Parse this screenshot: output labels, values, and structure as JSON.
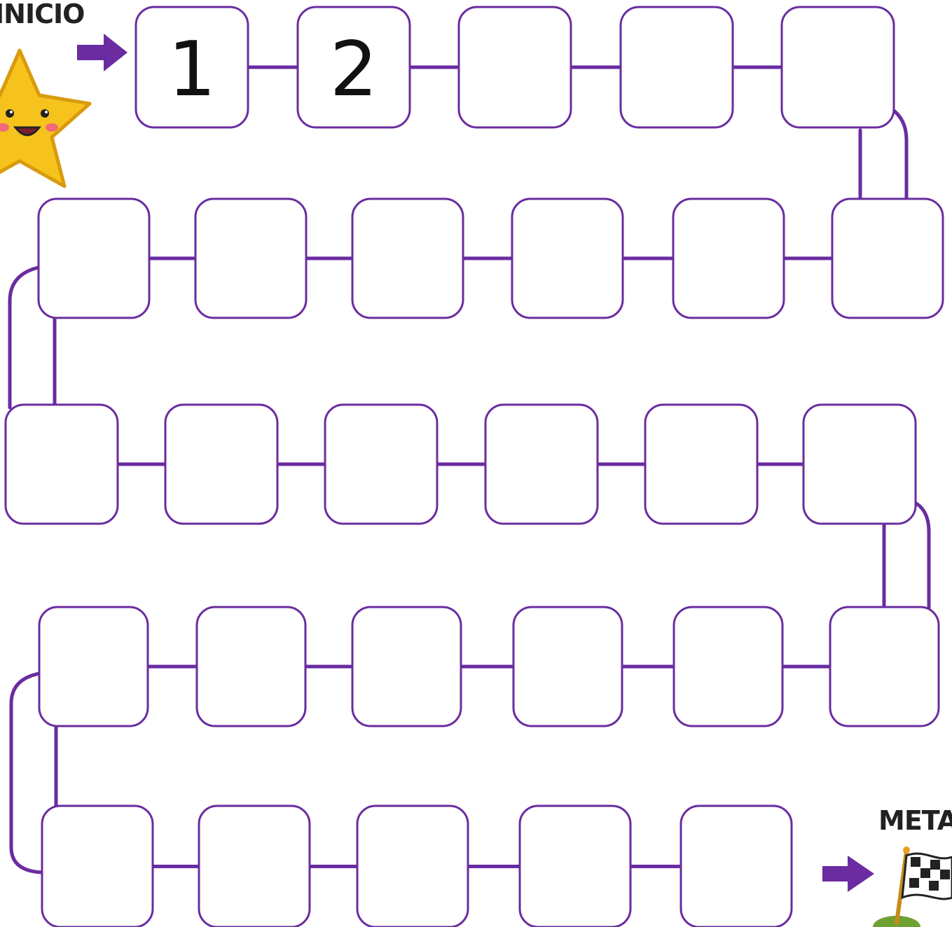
{
  "board": {
    "start_label": "INICIO",
    "goal_label": "META",
    "accent_color": "#6a2ca0",
    "square_count": 28,
    "squares": [
      "1",
      "2",
      "",
      "",
      "",
      "",
      "",
      "",
      "",
      "",
      "",
      "",
      "",
      "",
      "",
      "",
      "",
      "",
      "",
      "",
      "",
      "",
      "",
      "",
      "",
      "",
      "",
      ""
    ]
  },
  "decorations": {
    "start_icon": "smiling-star-icon",
    "goal_icon": "checkered-flag-icon",
    "arrow_icon": "right-arrow-icon"
  }
}
